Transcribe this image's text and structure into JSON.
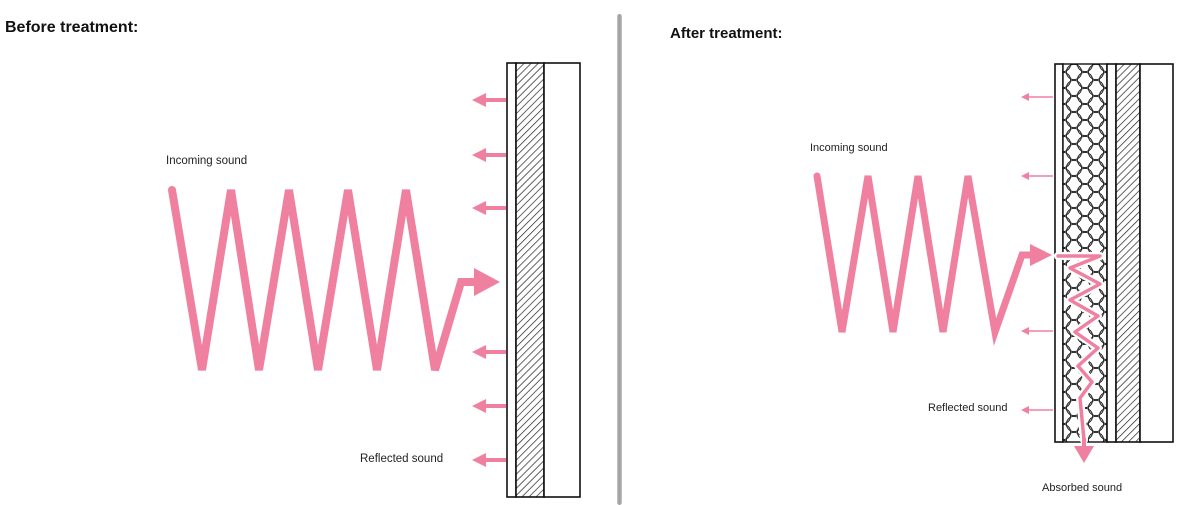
{
  "before": {
    "title": "Before treatment:",
    "incoming_label": "Incoming sound",
    "reflected_label": "Reflected sound"
  },
  "after": {
    "title": "After treatment:",
    "incoming_label": "Incoming sound",
    "reflected_label": "Reflected sound",
    "absorbed_label": "Absorbed sound"
  },
  "colors": {
    "sound_wave": "#f080a0",
    "outline": "#111111"
  },
  "icons": {
    "reflection_arrow": "arrow-left-icon",
    "incoming_arrow": "arrow-right-icon",
    "absorbed_arrow": "arrow-down-icon"
  }
}
